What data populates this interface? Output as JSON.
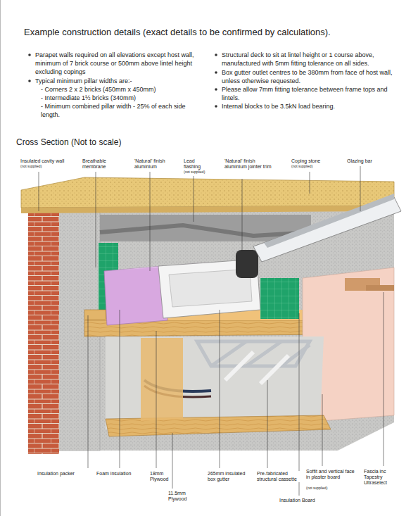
{
  "diagram": {
    "title": "Example construction details (exact details to be confirmed by calculations).",
    "labels": [
      "Parapet walls required on all elevations except host wall, minimum of 7 brick course or 500mm above lintel height excluding copings",
      "Typical minimum pillar widths are:-",
      "- Corners 2 x 2 bricks (450mm x 450mm)",
      "- Intermediate 1½ bricks (340mm)",
      "- Minimum combined pillar width - 25% of each side length.",
      "Structural deck to sit at lintel height or 1 course above, manufactured with 5mm fitting tolerance on all sides.",
      "Box gutter outlet centres to be 380mm from face of host wall, unless otherwise requested.",
      "Please allow 7mm fitting tolerance between frame tops and lintels.",
      "Internal blocks to be 3.5kN load bearing.",
      "Cross Section (Not to scale)",
      "Insulated cavity wall",
      "(not supplied)",
      "Breathable membrane",
      "'Natural' finish aluminium",
      "Lead flashing",
      "(not supplied)",
      "'Natural' finish aluminium jointer trim",
      "Coping stone",
      "(not supplied)",
      "Glazing bar",
      "Insulation packer",
      "Foam insulation",
      "18mm Plywood",
      "11.5mm Plywood",
      "265mm insulated box gutter",
      "Pre-fabricated structural cassette",
      "Insulation Board",
      "Soffit and vertical face in plaster board",
      "(not supplied)",
      "Fascia inc Tapestry Ultraselect"
    ]
  }
}
